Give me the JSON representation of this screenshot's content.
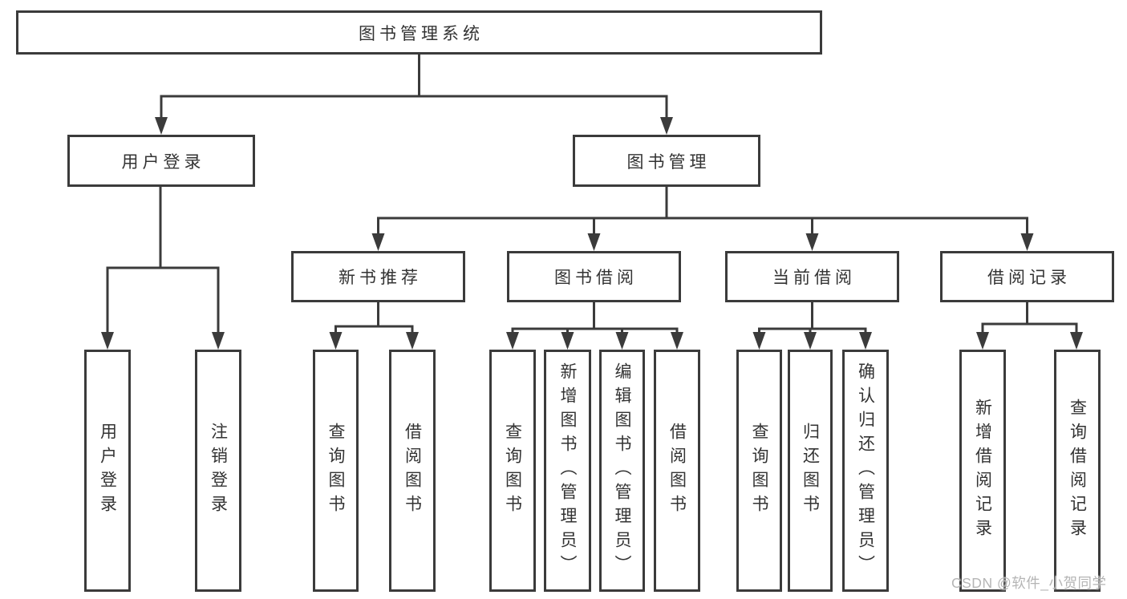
{
  "diagram": {
    "nodes": {
      "root": "图书管理系统",
      "l2": [
        "用户登录",
        "图书管理"
      ],
      "l3": [
        "新书推荐",
        "图书借阅",
        "当前借阅",
        "借阅记录"
      ],
      "leaves": [
        "用户登录",
        "注销登录",
        "查询图书",
        "借阅图书",
        "查询图书",
        "新增图书（管理员）",
        "编辑图书（管理员）",
        "借阅图书",
        "查询图书",
        "归还图书",
        "确认归还（管理员）",
        "新增借阅记录",
        "查询借阅记录"
      ]
    }
  },
  "watermark": "CSDN @软件_小贺同学",
  "colors": {
    "line": "#3b3b3b",
    "box_border": "#3b3b3b",
    "text": "#333333",
    "background": "#ffffff",
    "watermark": "#b5b5b5"
  }
}
